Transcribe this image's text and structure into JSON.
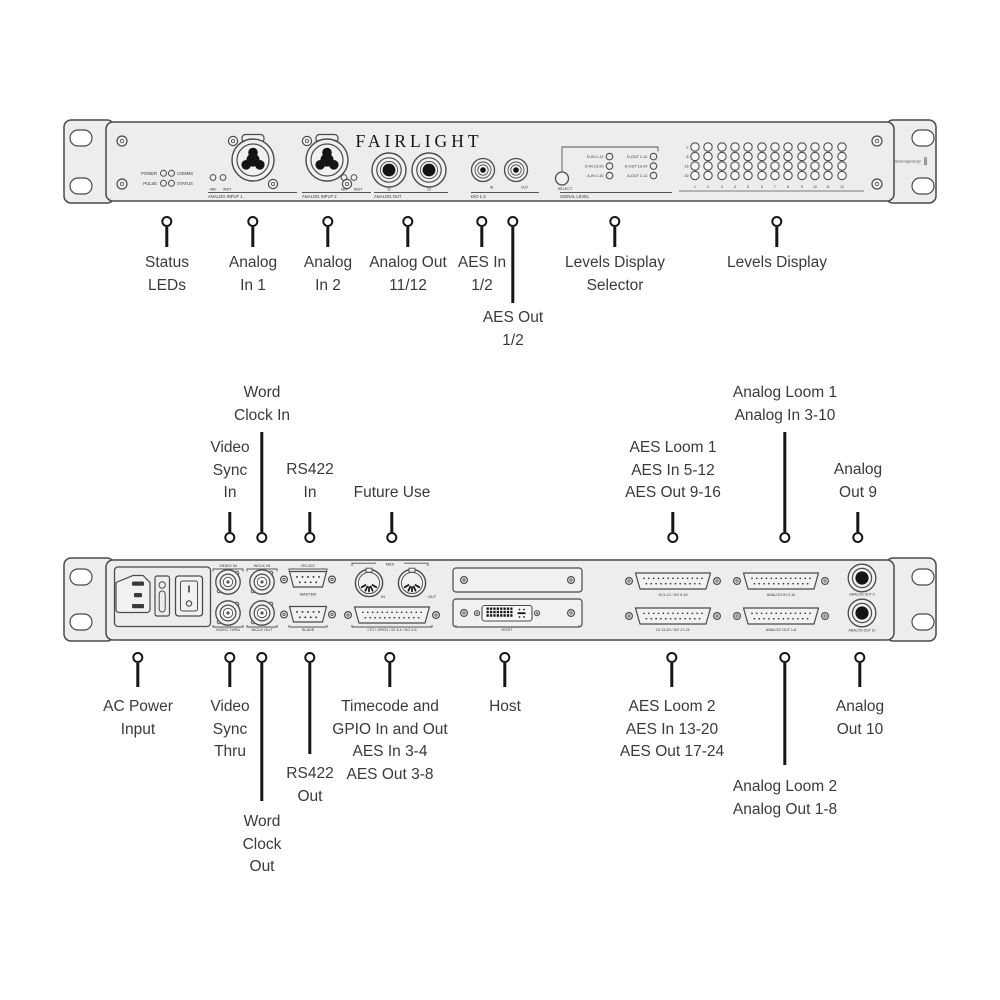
{
  "front_panel": {
    "brand": "FAIRLIGHT",
    "logo": "Blackmagicdesign",
    "leds": {
      "power": "POWER",
      "pulse": "PULSE",
      "comms": "COMMS",
      "status": "STATUS"
    },
    "phantom": {
      "v48": "48V",
      "inst": "INST"
    },
    "sections": {
      "input1": "ANALOG INPUT 1",
      "input2": "ANALOG INPUT 2",
      "analog_out": "ANALOG OUT",
      "dio": "DIO 1-2",
      "signal_level": "SIGNAL LEVEL"
    },
    "jacks": {
      "j11": "11",
      "j12": "12",
      "din": "IN",
      "dout": "OUT"
    },
    "select": "SELECT",
    "matrix": {
      "r1c1": "D-IN 1-12",
      "r1c2": "D-OUT 1-12",
      "r2c1": "D-IN 13-20",
      "r2c2": "D-OUT 13-24",
      "r3c1": "A-IN 1-10",
      "r3c2": "A-OUT 1-12"
    },
    "meter_rows": [
      "-2",
      "-8",
      "-15",
      "-40"
    ],
    "meter_cols": [
      "1",
      "2",
      "3",
      "4",
      "5",
      "6",
      "7",
      "8",
      "9",
      "10",
      "11",
      "12"
    ]
  },
  "rear_panel": {
    "video_in": "VIDEO IN",
    "wclk_in": "WCLK IN",
    "rs422": "RS-422",
    "master": "MASTER",
    "video_thru": "VIDEO THRU",
    "wclk_out": "WCLK OUT",
    "slave": "SLAVE",
    "midi": "MIDI",
    "midi_in": "IN",
    "midi_out": "OUT",
    "ltc": "LTC / GPIO1 / DI 3-4 / DO 3-8",
    "host": "HOST",
    "di_5_12": "DI 5-12 / DO 9-16",
    "analog_in_3_10": "ANALOG IN 3-10",
    "di_13_20": "DI 13-20 / DO 17-24",
    "analog_out_1_8": "ANALOG OUT 1-8",
    "analog_out_9": "ANALOG OUT 9",
    "analog_out_10": "ANALOG OUT 10"
  },
  "callouts": {
    "front": {
      "status_leds": "Status\nLEDs",
      "analog_in_1": "Analog\nIn 1",
      "analog_in_2": "Analog\nIn 2",
      "analog_out_11_12": "Analog Out\n11/12",
      "aes_in_1_2": "AES In\n1/2",
      "aes_out_1_2": "AES Out\n1/2",
      "levels_display_selector": "Levels Display\nSelector",
      "levels_display": "Levels Display"
    },
    "rear_top": {
      "video_sync_in": "Video\nSync\nIn",
      "word_clock_in": "Word\nClock In",
      "rs422_in": "RS422\nIn",
      "future_use": "Future Use",
      "aes_loom_1": "AES Loom 1\nAES In 5-12\nAES Out 9-16",
      "analog_loom_1": "Analog Loom 1\nAnalog In 3-10",
      "analog_out_9": "Analog\nOut 9"
    },
    "rear_bottom": {
      "ac_power_input": "AC Power\nInput",
      "video_sync_thru": "Video\nSync\nThru",
      "word_clock_out": "Word\nClock\nOut",
      "rs422_out": "RS422\nOut",
      "timecode_gpio": "Timecode and\nGPIO In and Out\nAES In 3-4\nAES Out 3-8",
      "host": "Host",
      "aes_loom_2": "AES Loom 2\nAES In 13-20\nAES Out 17-24",
      "analog_loom_2": "Analog Loom 2\nAnalog Out 1-8",
      "analog_out_10": "Analog\nOut 10"
    }
  }
}
